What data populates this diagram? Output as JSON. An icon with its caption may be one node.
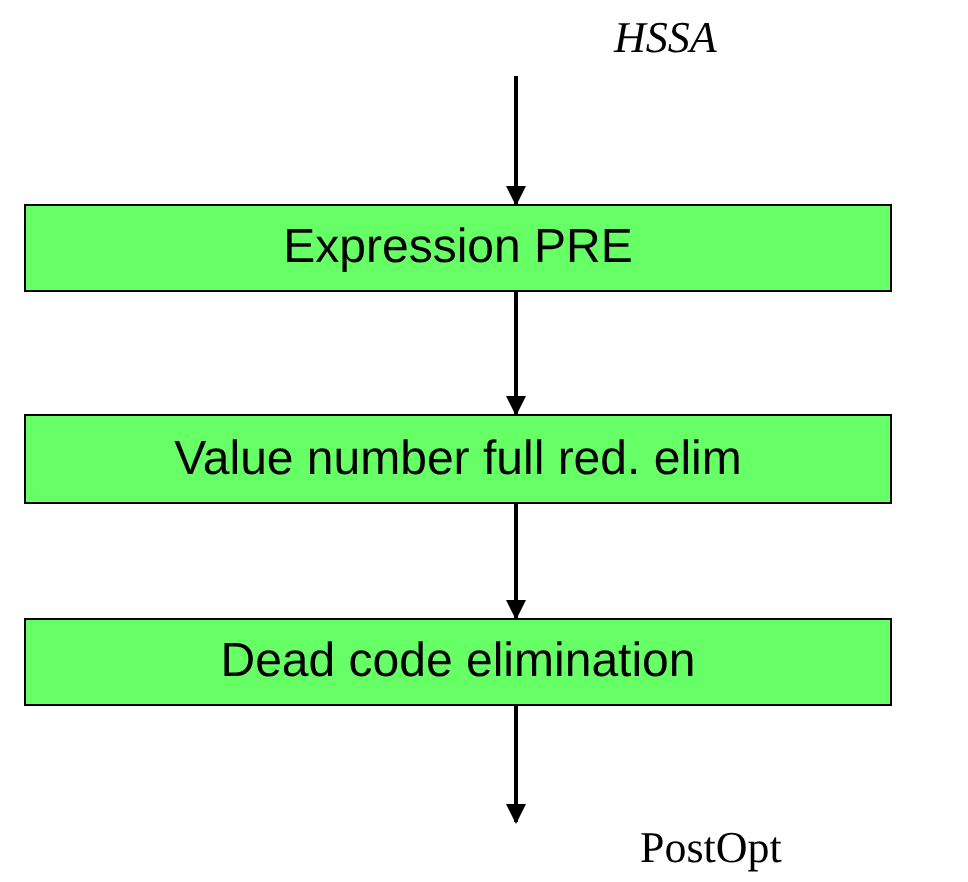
{
  "diagram": {
    "nodes": [
      {
        "text": [
          "Expression PRE"
        ]
      },
      {
        "text": [
          "Value number full red. elim"
        ]
      },
      {
        "text": [
          "Dead code elimination"
        ]
      }
    ],
    "edges": [
      {
        "from": null,
        "to": 0,
        "arrow": "to"
      },
      {
        "from": 0,
        "to": 1,
        "arrow": "to"
      },
      {
        "from": 1,
        "to": 2,
        "arrow": "to"
      },
      {
        "from": 2,
        "to": null,
        "arrow": "to"
      }
    ],
    "labels": [
      "HSSA",
      "PostOpt"
    ]
  }
}
